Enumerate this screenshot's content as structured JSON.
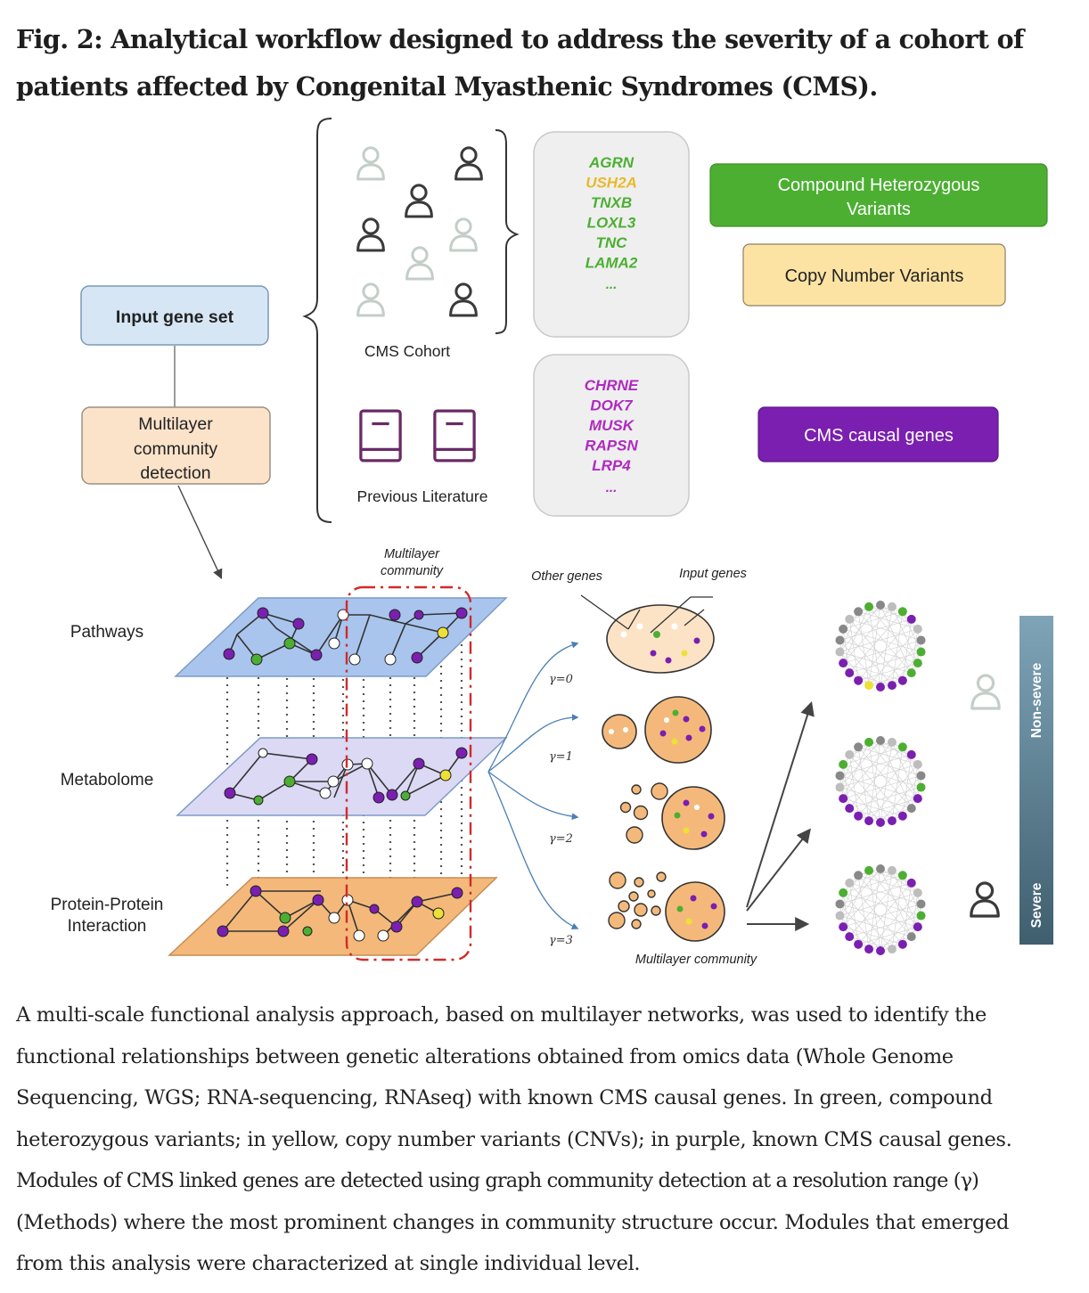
{
  "title": "Fig. 2: Analytical workflow designed to address the severity of a cohort of patients affected by Congenital Myasthenic Syndromes (CMS).",
  "figure": {
    "input_gene_set": "Input gene set",
    "multilayer_detection": [
      "Multilayer",
      "community",
      "detection"
    ],
    "cms_cohort": "CMS Cohort",
    "previous_literature": "Previous Literature",
    "cohort_genes": [
      {
        "name": "AGRN",
        "color": "#4caf32"
      },
      {
        "name": "USH2A",
        "color": "#e8b92a"
      },
      {
        "name": "TNXB",
        "color": "#4caf32"
      },
      {
        "name": "LOXL3",
        "color": "#4caf32"
      },
      {
        "name": "TNC",
        "color": "#4caf32"
      },
      {
        "name": "LAMA2",
        "color": "#4caf32"
      }
    ],
    "cohort_genes_more": "...",
    "literature_genes": [
      "CHRNE",
      "DOK7",
      "MUSK",
      "RAPSN",
      "LRP4"
    ],
    "literature_genes_more": "...",
    "legend": {
      "compound": [
        "Compound Heterozygous",
        "Variants"
      ],
      "cnv": "Copy Number Variants",
      "causal": "CMS causal genes"
    },
    "layers": {
      "pathways": "Pathways",
      "metabolome": "Metabolome",
      "ppi": [
        "Protein-Protein",
        "Interaction"
      ]
    },
    "multilayer_community_top": [
      "Multilayer",
      "community"
    ],
    "other_genes": "Other genes",
    "input_genes": "Input genes",
    "gammas": [
      "γ=0",
      "γ=1",
      "γ=2",
      "γ=3"
    ],
    "multilayer_community_bottom": "Multilayer community",
    "severity_bar": {
      "top": "Non-severe",
      "bottom": "Severe"
    },
    "colors": {
      "green": "#4caf32",
      "yellow": "#ede037",
      "purple": "#7a1fb0",
      "blue_layer": "#a9c5ee",
      "lavender_layer": "#dcd9f5",
      "orange_layer": "#f4b97a"
    }
  },
  "caption": [
    "A multi-scale functional analysis approach, based on multilayer networks, was used to identify the",
    "functional relationships between genetic alterations obtained from omics data (Whole Genome",
    "Sequencing, WGS; RNA-sequencing, RNAseq) with known CMS causal genes. In green, compound",
    "heterozygous variants; in yellow, copy number variants (CNVs); in purple, known CMS causal genes.",
    "Modules of CMS linked genes are detected using graph community detection at a resolution range (γ)",
    "(Methods) where the most prominent changes in community structure occur. Modules that emerged",
    "from this analysis were characterized at single individual level."
  ]
}
